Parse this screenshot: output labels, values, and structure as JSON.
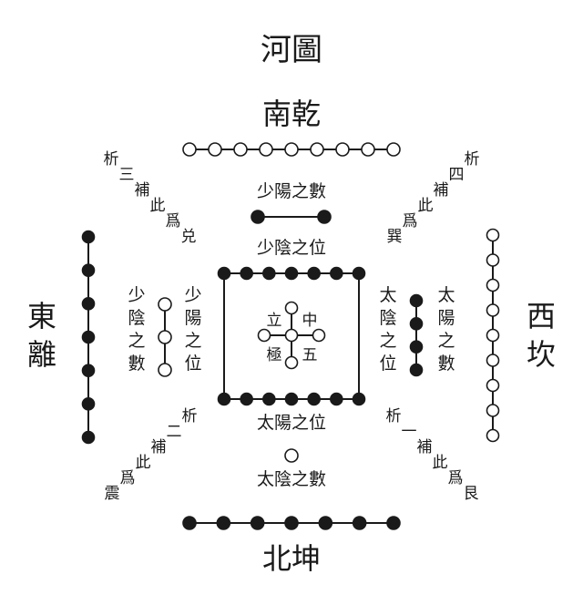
{
  "title": "河圖",
  "directions": {
    "south": "南乾",
    "north": "北坤",
    "east": "東離",
    "west": "西坎"
  },
  "labels": {
    "top_upper": "少陽之數",
    "top_lower": "少陰之位",
    "bottom_upper": "太陽之位",
    "bottom_lower": "太陰之數",
    "left_outer": "少陰之數",
    "left_inner": "少陽之位",
    "right_inner": "太陰之位",
    "right_outer": "太陽之數"
  },
  "diagonals": {
    "top_left": "析三補此爲兑",
    "top_right": "析四補此爲巽",
    "bottom_left": "析二補此爲震",
    "bottom_right": "析一補此爲艮"
  },
  "center": {
    "chars": [
      "中",
      "五",
      "立",
      "極"
    ]
  },
  "rows": {
    "top_outer": {
      "count": 9,
      "filled": false
    },
    "top_inner": {
      "count": 2,
      "filled": true
    },
    "square_top": {
      "count": 7,
      "filled": true
    },
    "square_bottom": {
      "count": 7,
      "filled": true
    },
    "bottom_inner": {
      "count": 1,
      "filled": false
    },
    "bottom_outer": {
      "count": 7,
      "filled": true
    },
    "left_outer": {
      "count": 7,
      "filled": true
    },
    "left_inner": {
      "count": 3,
      "filled": false
    },
    "right_inner": {
      "count": 4,
      "filled": true
    },
    "right_outer": {
      "count": 9,
      "filled": false
    },
    "center_cross": {
      "count": 5,
      "filled": false
    }
  }
}
